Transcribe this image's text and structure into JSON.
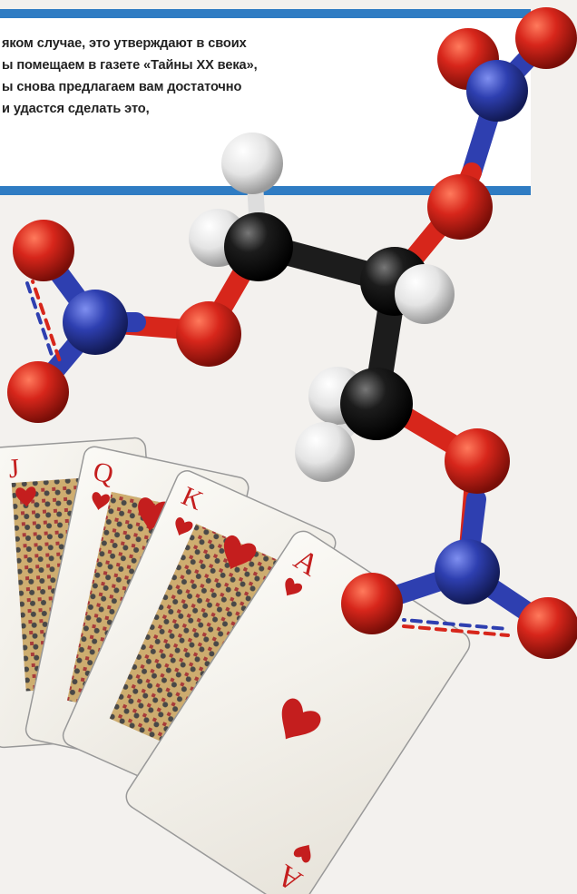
{
  "article": {
    "lines": [
      "яком случае, это утверждают в своих",
      "ы помещаем в газете «Тайны XX века»,",
      "ы снова предлагаем вам достаточно",
      "и удастся сделать это,"
    ]
  },
  "cards": [
    {
      "rank": "J",
      "suit": "heart-icon"
    },
    {
      "rank": "Q",
      "suit": "heart-icon"
    },
    {
      "rank": "K",
      "suit": "heart-icon"
    },
    {
      "rank": "A",
      "suit": "heart-icon"
    }
  ],
  "colors": {
    "rule": "#2f7cc3",
    "oxygen": "#d7261b",
    "nitrogen": "#2e3fb0",
    "carbon": "#1c1c1c",
    "hydrogen": "#e9e9e9",
    "card_red": "#c41e1e"
  }
}
